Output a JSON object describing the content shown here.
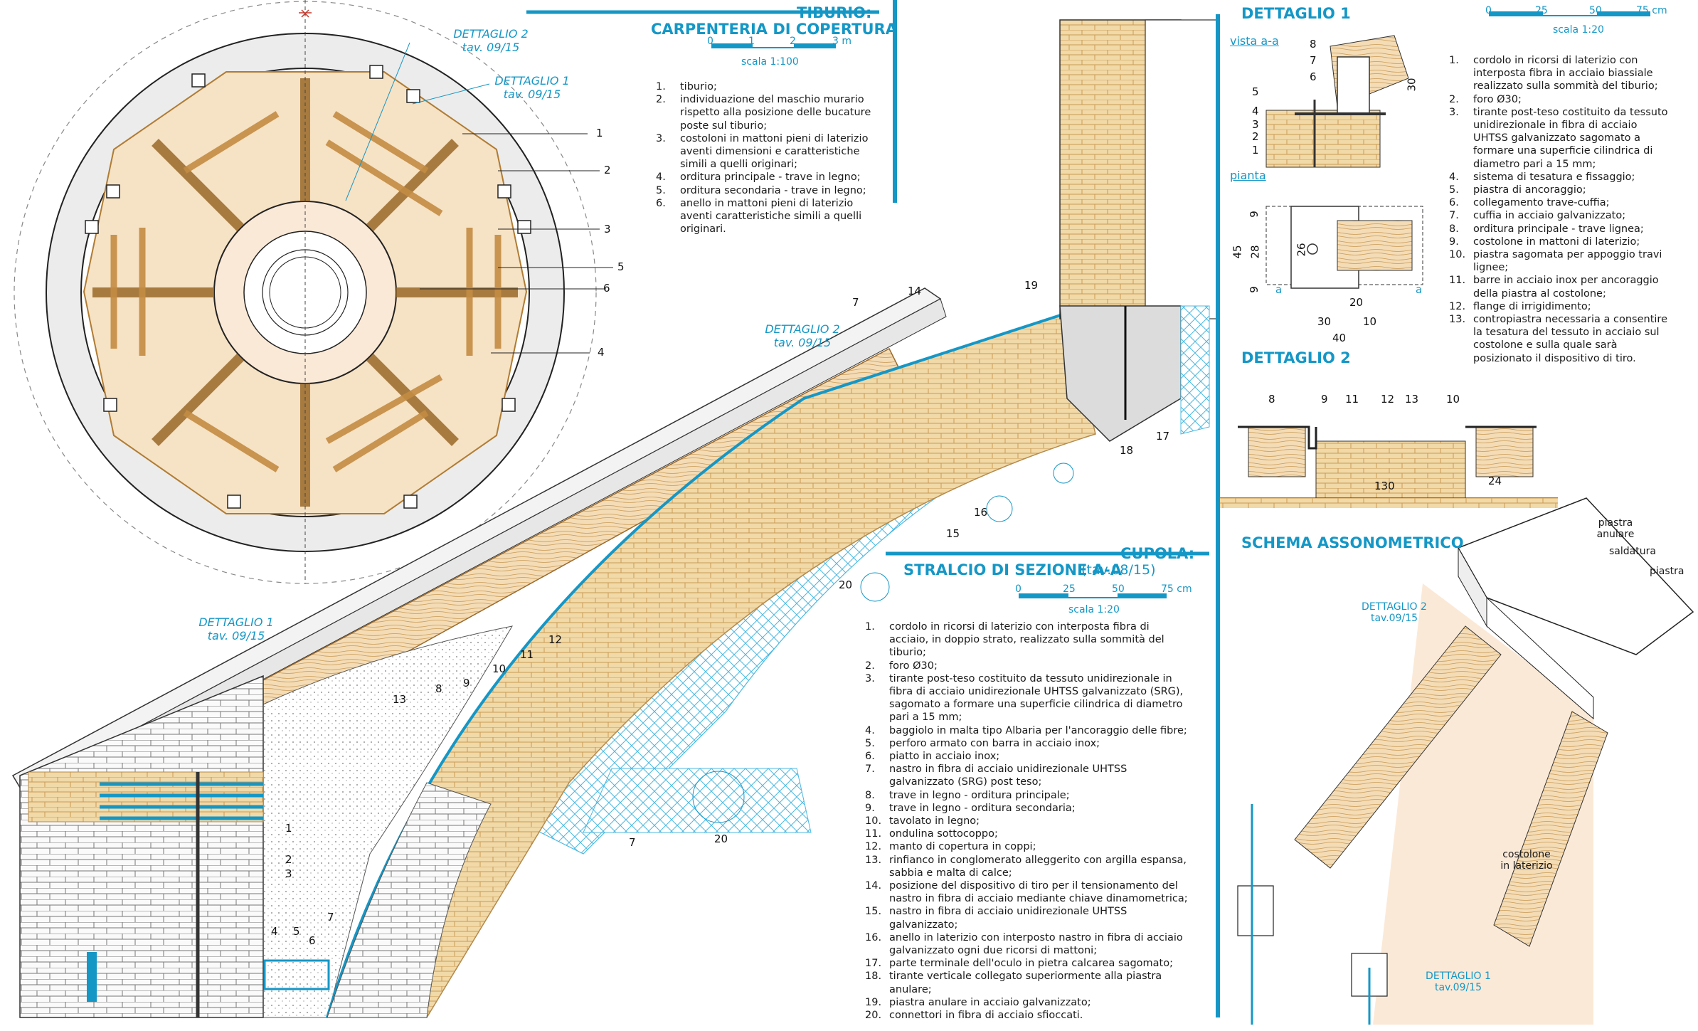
{
  "tiburio": {
    "title1": "TIBURIO:",
    "title2": "CARPENTERIA DI COPERTURA",
    "scale_ticks": [
      "0",
      "1",
      "2",
      "3 m"
    ],
    "scale_label": "scala 1:100",
    "legend": [
      {
        "n": "1.",
        "lines": [
          "tiburio;"
        ]
      },
      {
        "n": "2.",
        "lines": [
          "individuazione del maschio murario",
          "rispetto alla posizione delle bucature",
          "poste sul tiburio;"
        ]
      },
      {
        "n": "3.",
        "lines": [
          "costoloni in mattoni pieni di laterizio",
          "aventi dimensioni e caratteristiche",
          "simili a quelli originari;"
        ]
      },
      {
        "n": "4.",
        "lines": [
          "orditura principale - trave in legno;"
        ]
      },
      {
        "n": "5.",
        "lines": [
          "orditura secondaria - trave in legno;"
        ]
      },
      {
        "n": "6.",
        "lines": [
          "anello in mattoni pieni di laterizio",
          "aventi caratteristiche simili a quelli",
          "originari."
        ]
      }
    ],
    "plan_callouts": [
      "1",
      "2",
      "3",
      "5",
      "6",
      "4"
    ],
    "ref_dettaglio2": [
      "DETTAGLIO 2",
      "tav. 09/15"
    ],
    "ref_dettaglio1": [
      "DETTAGLIO 1",
      "tav. 09/15"
    ]
  },
  "cupola": {
    "title1": "CUPOLA:",
    "title2": "STRALCIO DI SEZIONE A-A",
    "title2_ref": "(tav.08/15)",
    "scale_ticks": [
      "0",
      "25",
      "50",
      "75 cm"
    ],
    "scale_label": "scala 1:20",
    "legend": [
      {
        "n": "1.",
        "lines": [
          "cordolo in ricorsi di laterizio con interposta fibra di",
          "acciaio, in doppio strato, realizzato sulla sommità del",
          "tiburio;"
        ]
      },
      {
        "n": "2.",
        "lines": [
          "foro Ø30;"
        ]
      },
      {
        "n": "3.",
        "lines": [
          "tirante post-teso costituito da tessuto unidirezionale in",
          "fibra di acciaio unidirezionale UHTSS galvanizzato (SRG),",
          "sagomato a formare una superficie cilindrica di diametro",
          "pari a 15 mm;"
        ]
      },
      {
        "n": "4.",
        "lines": [
          "baggiolo in malta tipo Albaria per l'ancoraggio delle fibre;"
        ]
      },
      {
        "n": "5.",
        "lines": [
          "perforo armato con barra in acciaio inox;"
        ]
      },
      {
        "n": "6.",
        "lines": [
          "piatto in acciaio inox;"
        ]
      },
      {
        "n": "7.",
        "lines": [
          "nastro in fibra di acciaio unidirezionale UHTSS",
          "galvanizzato (SRG) post teso;"
        ]
      },
      {
        "n": "8.",
        "lines": [
          "trave in legno - orditura principale;"
        ]
      },
      {
        "n": "9.",
        "lines": [
          "trave in legno - orditura secondaria;"
        ]
      },
      {
        "n": "10.",
        "lines": [
          "tavolato in legno;"
        ]
      },
      {
        "n": "11.",
        "lines": [
          "ondulina sottocoppo;"
        ]
      },
      {
        "n": "12.",
        "lines": [
          "manto di copertura in coppi;"
        ]
      },
      {
        "n": "13.",
        "lines": [
          "rinfianco in conglomerato alleggerito con argilla espansa,",
          "sabbia e malta di calce;"
        ]
      },
      {
        "n": "14.",
        "lines": [
          "posizione del dispositivo di tiro per il tensionamento del",
          "nastro in fibra di acciaio mediante chiave dinamometrica;"
        ]
      },
      {
        "n": "15.",
        "lines": [
          "nastro in fibra di acciaio unidirezionale UHTSS",
          "galvanizzato;"
        ]
      },
      {
        "n": "16.",
        "lines": [
          "anello in laterizio con interposto nastro in fibra di acciaio",
          "galvanizzato ogni due ricorsi di mattoni;"
        ]
      },
      {
        "n": "17.",
        "lines": [
          "parte terminale dell'oculo in pietra calcarea sagomato;"
        ]
      },
      {
        "n": "18.",
        "lines": [
          "tirante verticale collegato superiormente alla piastra",
          "anulare;"
        ]
      },
      {
        "n": "19.",
        "lines": [
          "piastra anulare in acciaio galvanizzato;"
        ]
      },
      {
        "n": "20.",
        "lines": [
          "connettori in fibra di acciaio sfioccati."
        ]
      }
    ],
    "section_callouts": [
      "14",
      "7",
      "19",
      "18",
      "17",
      "16",
      "15",
      "20",
      "12",
      "11",
      "10",
      "9",
      "8",
      "13",
      "1",
      "2",
      "3",
      "4",
      "5",
      "6",
      "7",
      "7",
      "20"
    ],
    "ref_dettaglio2": [
      "DETTAGLIO 2",
      "tav. 09/15"
    ],
    "ref_dettaglio1": [
      "DETTAGLIO 1",
      "tav. 09/15"
    ]
  },
  "dettaglio1": {
    "title": "DETTAGLIO 1",
    "scale_ticks": [
      "0",
      "25",
      "50",
      "75 cm"
    ],
    "scale_label": "scala 1:20",
    "vista_label": "vista a-a",
    "pianta_label": "pianta",
    "vista_callouts": [
      "8",
      "7",
      "6",
      "5",
      "4",
      "3",
      "2",
      "1"
    ],
    "dims": [
      "30",
      "45",
      "28",
      "26",
      "9",
      "9",
      "20",
      "30",
      "10",
      "40",
      "a",
      "a"
    ],
    "legend": [
      {
        "n": "1.",
        "lines": [
          "cordolo in ricorsi di laterizio con",
          "interposta fibra in acciaio biassiale",
          "realizzato sulla sommità del tiburio;"
        ]
      },
      {
        "n": "2.",
        "lines": [
          "foro Ø30;"
        ]
      },
      {
        "n": "3.",
        "lines": [
          "tirante post-teso costituito da tessuto",
          "unidirezionale in fibra di acciaio",
          "UHTSS galvanizzato sagomato a",
          "formare una superficie cilindrica di",
          "diametro pari a 15 mm;"
        ]
      },
      {
        "n": "4.",
        "lines": [
          "sistema di tesatura e fissaggio;"
        ]
      },
      {
        "n": "5.",
        "lines": [
          "piastra di ancoraggio;"
        ]
      },
      {
        "n": "6.",
        "lines": [
          "collegamento trave-cuffia;"
        ]
      },
      {
        "n": "7.",
        "lines": [
          "cuffia in acciaio galvanizzato;"
        ]
      },
      {
        "n": "8.",
        "lines": [
          "orditura principale - trave lignea;"
        ]
      },
      {
        "n": "9.",
        "lines": [
          "costolone in mattoni di laterizio;"
        ]
      },
      {
        "n": "10.",
        "lines": [
          "piastra sagomata per appoggio travi",
          "lignee;"
        ]
      },
      {
        "n": "11.",
        "lines": [
          "barre in acciaio inox per ancoraggio",
          "della piastra al costolone;"
        ]
      },
      {
        "n": "12.",
        "lines": [
          "flange di irrigidimento;"
        ]
      },
      {
        "n": "13.",
        "lines": [
          "contropiastra necessaria a consentire",
          "la tesatura del tessuto in acciaio sul",
          "costolone e sulla quale sarà",
          "posizionato il dispositivo di tiro."
        ]
      }
    ]
  },
  "dettaglio2": {
    "title": "DETTAGLIO 2",
    "callouts": [
      "8",
      "9",
      "11",
      "12",
      "13",
      "10"
    ],
    "dims": [
      "130",
      "24"
    ]
  },
  "schema": {
    "title": "SCHEMA ASSONOMETRICO",
    "labels": [
      "piastra",
      "anulare",
      "saldatura",
      "piastra",
      "costolone",
      "in laterizio"
    ],
    "ref_dettaglio2": [
      "DETTAGLIO 2",
      "tav.09/15"
    ],
    "ref_dettaglio1": [
      "DETTAGLIO 1",
      "tav.09/15"
    ]
  },
  "colors": {
    "accent": "#1597c6",
    "wood": "#d6a35c",
    "brick": "#e9c78d",
    "timber_fill": "#f6e2c4"
  }
}
